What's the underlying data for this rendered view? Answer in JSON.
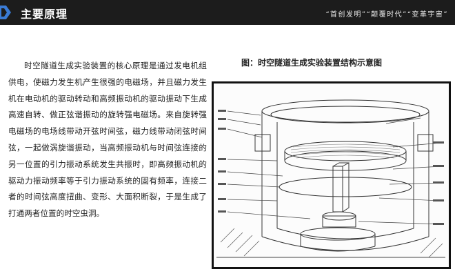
{
  "header": {
    "title": "主要原理",
    "slogan": "“首创发明”“颠覆时代”“变革宇宙”"
  },
  "body": {
    "paragraph": "时空隧道生成实验装置的核心原理是通过发电机组供电，使磁力发生机产生很强的电磁场，并且磁力发生机在电动机的驱动转动和高频振动机的驱动振动下生成高速自转、做正弦谐振动的旋转强电磁场。来自旋转强电磁场的电场线带动开弦时间弦，磁力线带动闭弦时间弦，一起做涡旋谐振动，当高频振动机与时间弦连接的另一位置的引力振动系统发生共振时，即高频振动机的驱动力振动频率等于引力振动系统的固有频率，连接二者的时间弦高度扭曲、变形、大面积断裂，于是生成了打通两者位置的时空虫洞。"
  },
  "diagram": {
    "title": "图：时空隧道生成实验装置结构示意图"
  }
}
